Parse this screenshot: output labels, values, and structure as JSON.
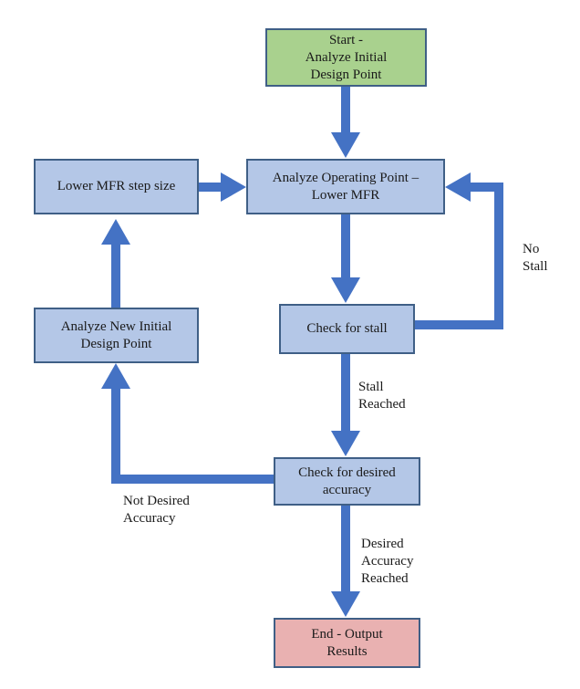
{
  "diagram": {
    "nodes": {
      "start": {
        "label": "Start -\nAnalyze Initial\nDesign Point"
      },
      "analyze_op": {
        "label": "Analyze Operating Point –\nLower MFR"
      },
      "lower_step": {
        "label": "Lower MFR step size"
      },
      "check_stall": {
        "label": "Check for stall"
      },
      "analyze_new": {
        "label": "Analyze New Initial\nDesign Point"
      },
      "check_accuracy": {
        "label": "Check for desired\naccuracy"
      },
      "end": {
        "label": "End - Output\nResults"
      }
    },
    "edge_labels": {
      "no_stall": "No\nStall",
      "stall_reached": "Stall\nReached",
      "not_desired": "Not Desired\nAccuracy",
      "desired_reached": "Desired\nAccuracy\nReached"
    },
    "colors": {
      "process_fill": "#b4c7e7",
      "start_fill": "#a9d18e",
      "end_fill": "#e9b1b1",
      "border": "#3f5f86",
      "arrow": "#4472c4"
    }
  }
}
